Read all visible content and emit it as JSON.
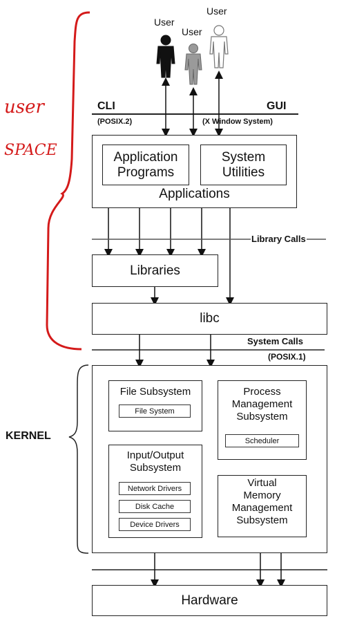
{
  "annotations": {
    "user_word": "user",
    "space_word": "SPACE",
    "kernel_word": "KERNEL"
  },
  "users": {
    "user1": "User",
    "user2": "User",
    "user3": "User"
  },
  "interfaces": {
    "cli": "CLI",
    "cli_sub": "(POSIX.2)",
    "gui": "GUI",
    "gui_sub": "(X Window System)"
  },
  "applications": {
    "app_programs": "Application\nPrograms",
    "system_utilities": "System\nUtilities",
    "title": "Applications"
  },
  "library_calls": "Library Calls",
  "libraries": "Libraries",
  "libc": "libc",
  "system_calls": "System Calls",
  "system_calls_sub": "(POSIX.1)",
  "kernel": {
    "file_subsystem": "File Subsystem",
    "file_system": "File System",
    "io_subsystem": "Input/Output\nSubsystem",
    "network_drivers": "Network Drivers",
    "disk_cache": "Disk Cache",
    "device_drivers": "Device Drivers",
    "process_mgmt": "Process\nManagement\nSubsystem",
    "scheduler": "Scheduler",
    "virtual_memory": "Virtual\nMemory\nManagement\nSubsystem"
  },
  "hardware": "Hardware",
  "colors": {
    "annotation": "#d41a1a",
    "user_dark": "#111111",
    "user_mid": "#9a9a9a",
    "user_light": "#ffffff",
    "line": "#222222"
  }
}
